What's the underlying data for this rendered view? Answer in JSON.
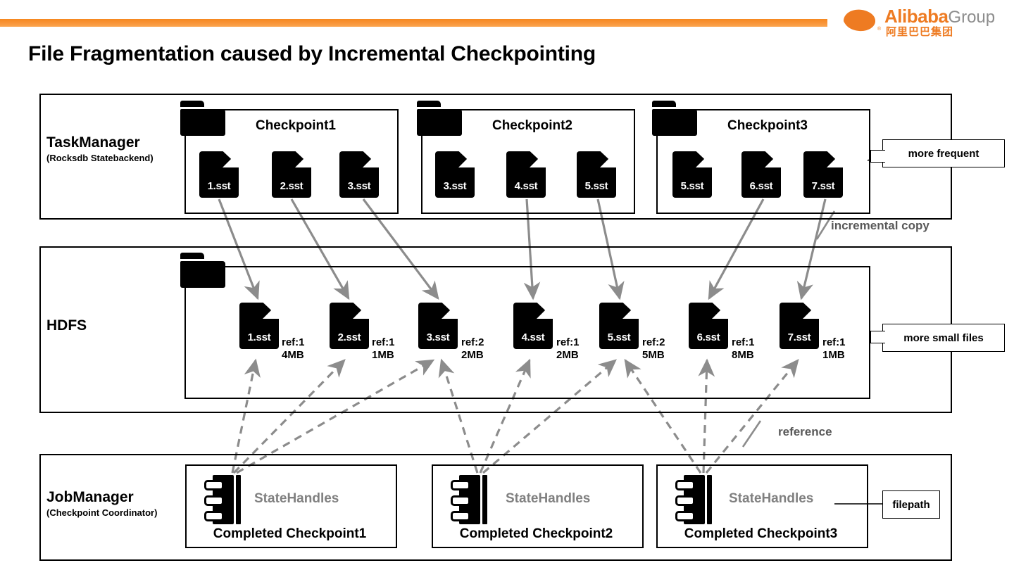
{
  "brand": {
    "logo_en_primary": "Alibaba",
    "logo_en_secondary": "Group",
    "logo_cn": "阿里巴巴集团",
    "logo_registered": "®",
    "accent_color": "#F6881F",
    "logo_orange": "#EE7B22",
    "logo_gray": "#8D8D8D"
  },
  "title": "File Fragmentation caused by Incremental Checkpointing",
  "layers": {
    "taskmanager": {
      "name": "TaskManager",
      "subtitle": "(Rocksdb Statebackend)",
      "checkpoints": [
        {
          "title": "Checkpoint1",
          "files": [
            "1.sst",
            "2.sst",
            "3.sst"
          ]
        },
        {
          "title": "Checkpoint2",
          "files": [
            "3.sst",
            "4.sst",
            "5.sst"
          ]
        },
        {
          "title": "Checkpoint3",
          "files": [
            "5.sst",
            "6.sst",
            "7.sst"
          ]
        }
      ]
    },
    "hdfs": {
      "name": "HDFS",
      "subtitle": "",
      "files": [
        {
          "name": "1.sst",
          "ref": "ref:1",
          "size": "4MB"
        },
        {
          "name": "2.sst",
          "ref": "ref:1",
          "size": "1MB"
        },
        {
          "name": "3.sst",
          "ref": "ref:2",
          "size": "2MB"
        },
        {
          "name": "4.sst",
          "ref": "ref:1",
          "size": "2MB"
        },
        {
          "name": "5.sst",
          "ref": "ref:2",
          "size": "5MB"
        },
        {
          "name": "6.sst",
          "ref": "ref:1",
          "size": "8MB"
        },
        {
          "name": "7.sst",
          "ref": "ref:1",
          "size": "1MB"
        }
      ]
    },
    "jobmanager": {
      "name": "JobManager",
      "subtitle": "(Checkpoint Coordinator)",
      "handles": [
        {
          "handle_label": "StateHandles",
          "completed_label": "Completed Checkpoint1"
        },
        {
          "handle_label": "StateHandles",
          "completed_label": "Completed Checkpoint2"
        },
        {
          "handle_label": "StateHandles",
          "completed_label": "Completed Checkpoint3"
        }
      ]
    }
  },
  "callouts": {
    "more_frequent": "more frequent",
    "more_small_files": "more small files",
    "filepath": "filepath"
  },
  "edge_labels": {
    "incremental_copy": "incremental copy",
    "reference": "reference"
  }
}
